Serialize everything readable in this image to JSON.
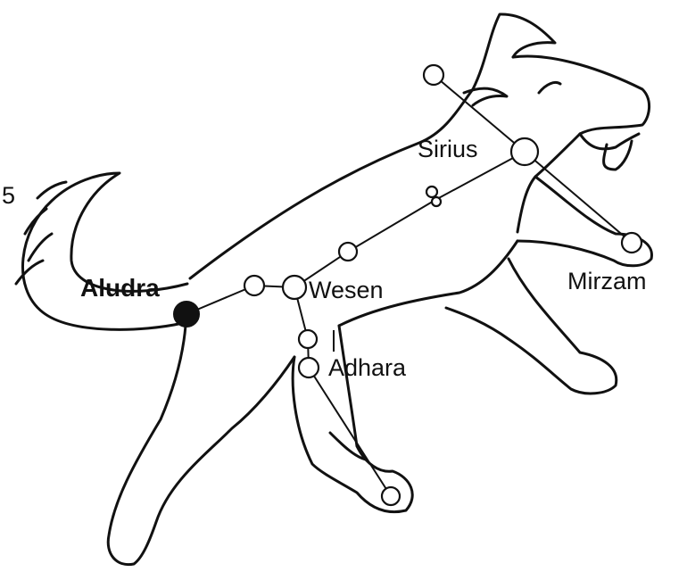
{
  "figure_number": "5",
  "constellation": {
    "stars": [
      {
        "id": "aludra",
        "name": "Aludra",
        "filled": true
      },
      {
        "id": "sirius",
        "name": "Sirius",
        "filled": false
      },
      {
        "id": "mirzam",
        "name": "Mirzam",
        "filled": false
      },
      {
        "id": "wesen",
        "name": "Wesen",
        "filled": false
      },
      {
        "id": "adhara",
        "name": "Adhara",
        "filled": false
      }
    ]
  },
  "colors": {
    "ink": "#111111",
    "paper": "#ffffff"
  }
}
